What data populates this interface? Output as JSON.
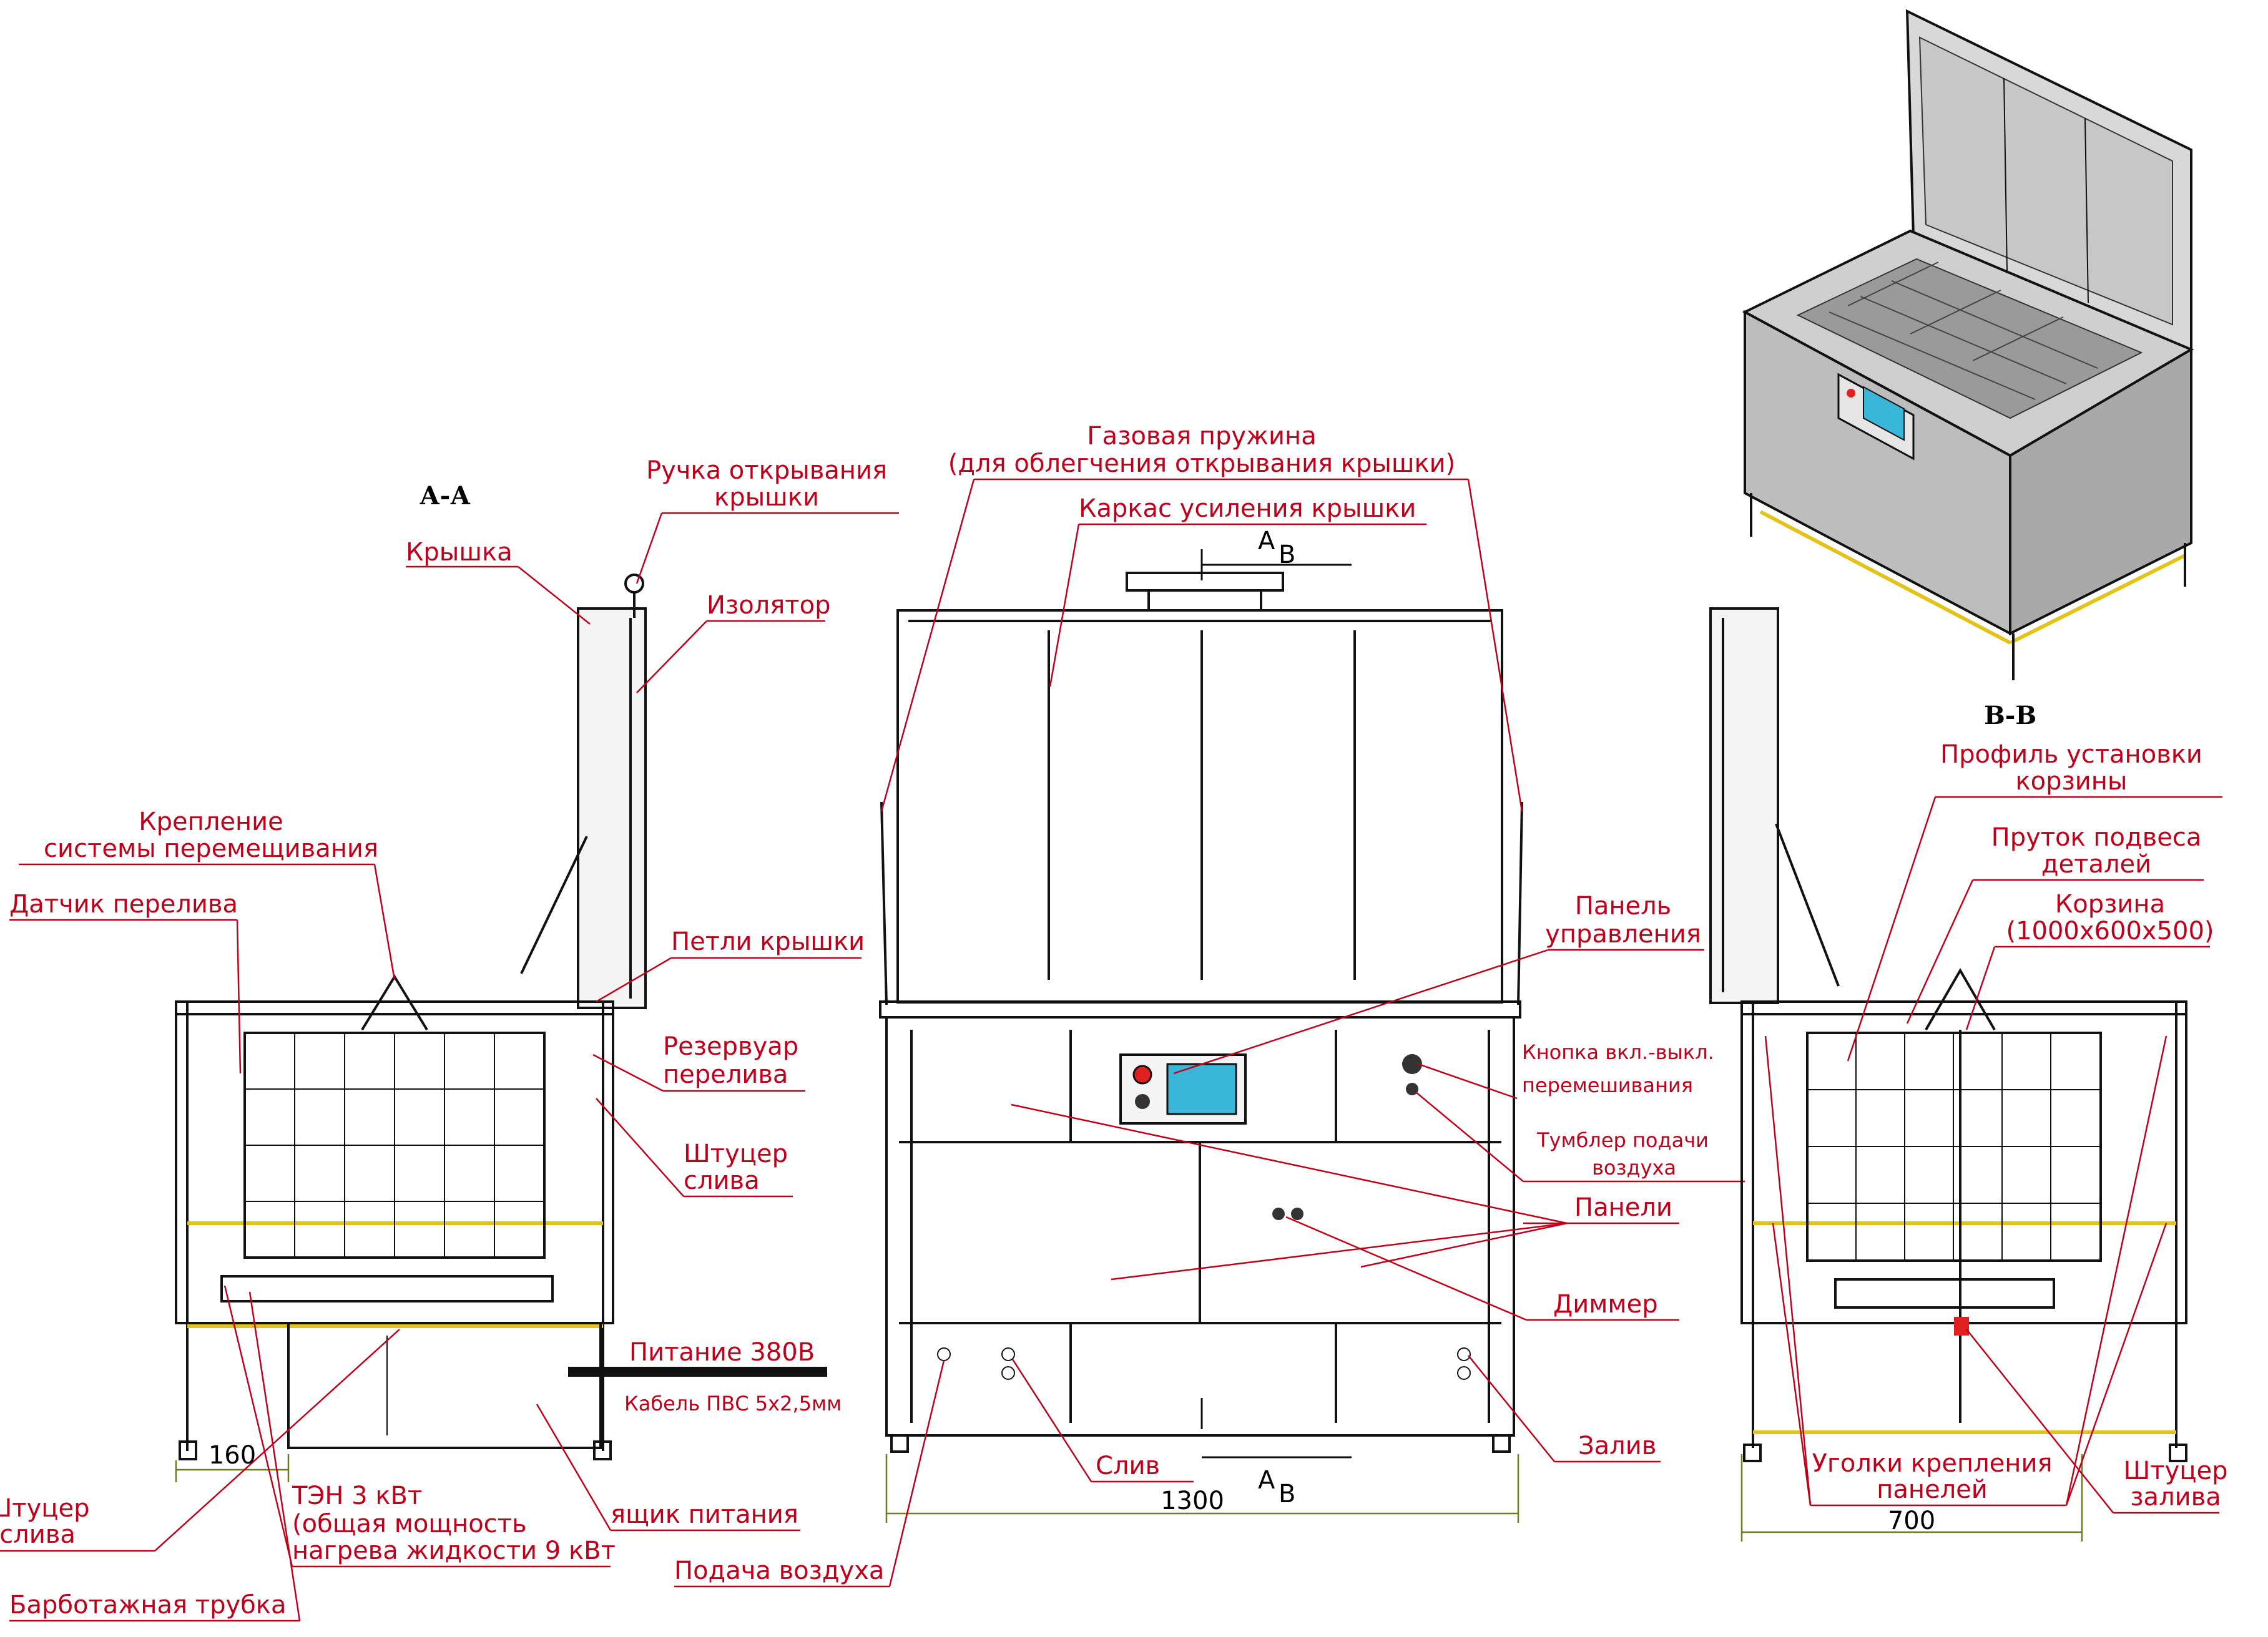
{
  "sections": {
    "aa": "А-А",
    "bb": "В-В",
    "cut_a": "А",
    "cut_b": "В"
  },
  "left_view": {
    "handle": [
      "Ручка открывания",
      "крышки"
    ],
    "lid": "Крышка",
    "insulator": "Изолятор",
    "mixing_mount": [
      "Крепление",
      "системы перемещивания"
    ],
    "overflow_sensor": "Датчик перелива",
    "lid_hinges": "Петли крышки",
    "overflow_tank": [
      "Резервуар",
      "перелива"
    ],
    "drain_fitting_r": [
      "Штуцер",
      "слива"
    ],
    "power": "Питание 380В",
    "cable": "Кабель ПВС 5х2,5мм",
    "drain_fitting_l": [
      "Штуцер",
      "слива"
    ],
    "heater": [
      "ТЭН 3 кВт",
      "(общая мощность",
      "нагрева жидкости 9 кВт"
    ],
    "power_box": "ящик питания",
    "bubbling_tube": "Барботажная трубка",
    "dim_160": "160"
  },
  "front_view": {
    "gas_spring": [
      "Газовая пружина",
      "(для облегчения открывания крышки)"
    ],
    "lid_frame": "Каркас усиления крышки",
    "control_panel": [
      "Панель",
      "управления"
    ],
    "mix_button": [
      "Кнопка вкл.-выкл.",
      "перемешивания"
    ],
    "air_toggle": [
      "Тумблер подачи",
      "воздуха"
    ],
    "panels": "Панели",
    "dimmer": "Диммер",
    "fill": "Залив",
    "drain": "Слив",
    "air_supply": "Подача воздуха",
    "dim_1300": "1300"
  },
  "right_view": {
    "basket_profile": [
      "Профиль установки",
      "корзины"
    ],
    "hanging_rod": [
      "Пруток подвеса",
      "деталей"
    ],
    "basket": [
      "Корзина",
      "(1000х600х500)"
    ],
    "panel_corners": [
      "Уголки крепления",
      "панелей"
    ],
    "fill_fitting": [
      "Штуцер",
      "залива"
    ],
    "dim_700": "700"
  },
  "colors": {
    "label": "#c0001a",
    "line": "#111111",
    "dimension": "#6f7a1c",
    "accent_strip": "#e3c21a",
    "screen": "#39b6d8",
    "stop_button": "#e02020"
  }
}
